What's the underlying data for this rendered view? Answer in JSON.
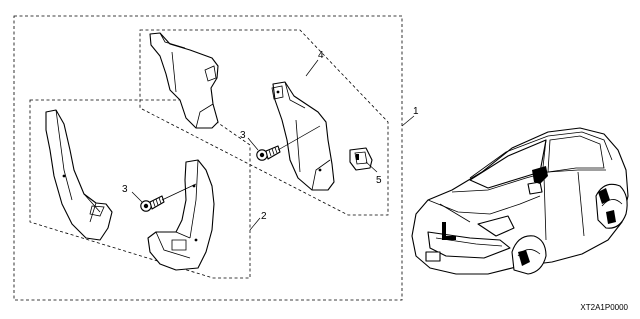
{
  "callouts": {
    "kit": "1",
    "rear_set": "2",
    "screw_front": "3",
    "screw_rear": "3",
    "front_set": "4",
    "clip": "5"
  },
  "part_code": "XT2A1P0000"
}
